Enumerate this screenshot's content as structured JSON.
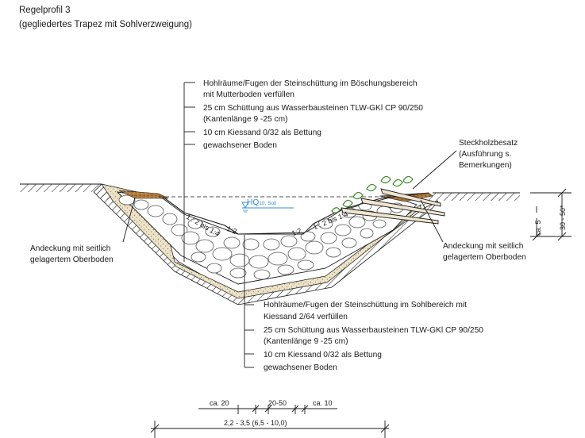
{
  "header": {
    "title": "Regelprofil 3",
    "subtitle": "(gegliedertes Trapez mit Sohlverzweigung)"
  },
  "callout_top": [
    "Hohlräume/Fugen der Steinschüttung im Böschungsbereich",
    "mit Mutterboden verfüllen",
    "25 cm Schüttung aus Wasserbausteinen TLW-GKl CP 90/250",
    "(Kantenlänge 9 -25 cm)",
    "10 cm Kiessand 0/32 als Bettung",
    "gewachsener Boden"
  ],
  "callout_bottom": [
    "Hohlräume/Fugen der Steinschüttung im Sohlbereich mit",
    "Kiessand 2/64 verfüllen",
    "25 cm Schüttung aus Wasserbausteinen TLW-GKl CP 90/250",
    "(Kantenlänge 9 -25 cm)",
    "10 cm Kiessand 0/32 als Bettung",
    "gewachsener Boden"
  ],
  "steckholz": [
    "Steckholzbesatz",
    "(Ausführung s.",
    "Bemerkungen)"
  ],
  "andeckung_left": [
    "Andeckung mit seitlich",
    "gelagertem Oberboden"
  ],
  "andeckung_right": [
    "Andeckung mit seitlich",
    "gelagertem Oberboden"
  ],
  "water_level": {
    "label": "HQ",
    "subscript": "10, Soll"
  },
  "slopes": {
    "left_upper": "1 : 2 bis 1:4",
    "left_lower": "1:2",
    "right_lower": "1:2",
    "right_upper": "1 : 2 bis 1:4"
  },
  "dimensions": {
    "left_seg": "ca. 20",
    "mid_seg": "20-50",
    "right_seg": "ca. 10",
    "total": "2,2 - 3,5 (6,5 - 10,0)",
    "height_small": "ca. 5",
    "height_large": "30 - 50*"
  },
  "colors": {
    "line": "#1a1a1a",
    "water": "#2f8fd8",
    "gravel": "#e9dcc0",
    "topsoil": "#a9773f",
    "plant": "#3c8a2a"
  }
}
